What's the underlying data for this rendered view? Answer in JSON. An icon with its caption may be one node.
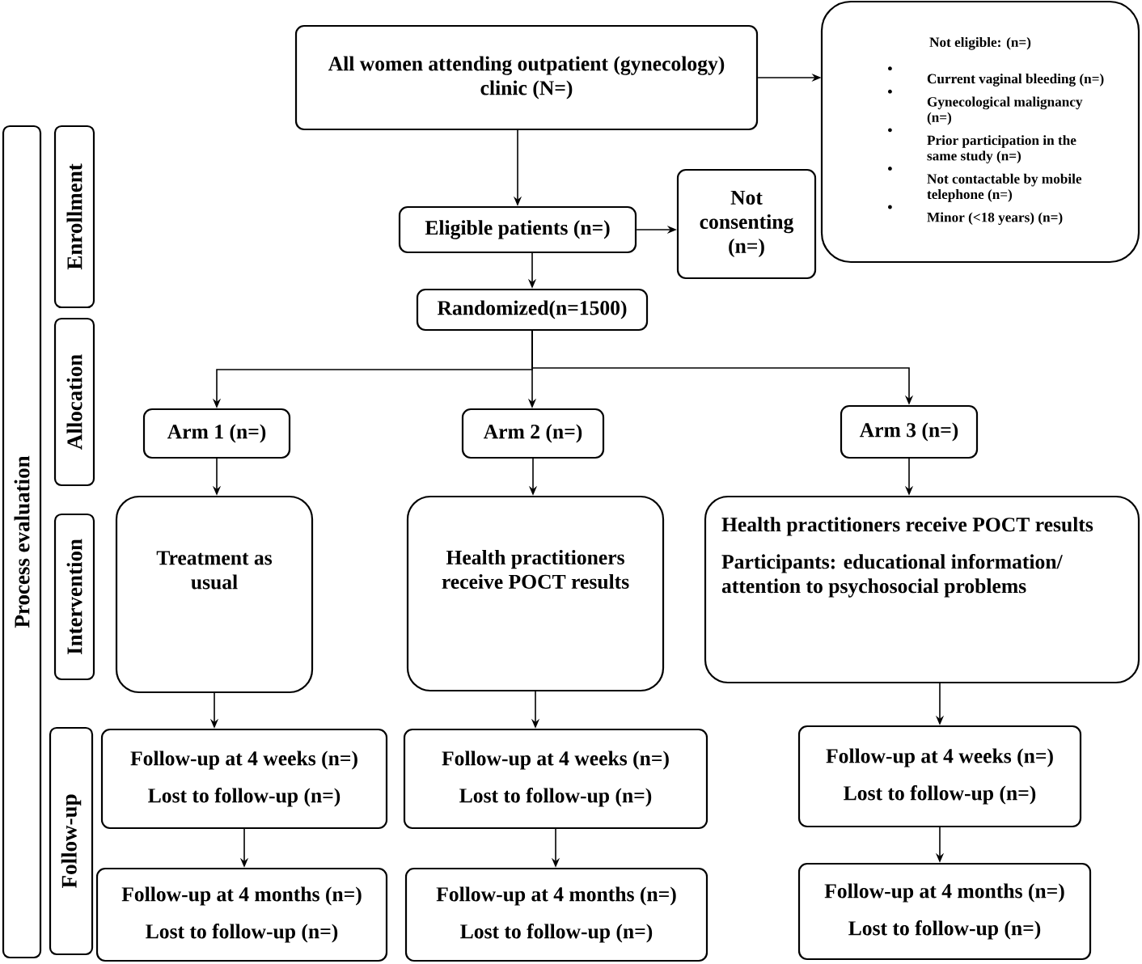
{
  "diagram": {
    "nodes": [
      {
        "text": [
          "Process evaluation"
        ]
      },
      {
        "text": [
          "Enrollment"
        ]
      },
      {
        "text": [
          "Allocation"
        ]
      },
      {
        "text": [
          "Intervention"
        ]
      },
      {
        "text": [
          "Follow-up"
        ]
      },
      {
        "text": [
          "All women attending outpatient (gynecology) clinic (N=)"
        ]
      },
      {
        "text": [
          "Not eligible: (n=)",
          "Current vaginal bleeding (n=)",
          "Gynecological malignancy (n=)",
          "Prior participation in the same study (n=)",
          "Not contactable by mobile telephone (n=)",
          "Minor (<18 years) (n=)"
        ]
      },
      {
        "text": [
          "Eligible patients (n=)"
        ]
      },
      {
        "text": [
          "Not consenting (n=)"
        ]
      },
      {
        "text": [
          "Randomized(n=1500)"
        ]
      },
      {
        "text": [
          "Arm 1 (n=)"
        ]
      },
      {
        "text": [
          "Arm 2 (n=)"
        ]
      },
      {
        "text": [
          "Arm 3 (n=)"
        ]
      },
      {
        "text": [
          "Treatment as usual"
        ]
      },
      {
        "text": [
          "Health practitioners receive POCT results"
        ]
      },
      {
        "text": [
          "Health practitioners receive POCT results",
          "Participants: educational information/ attention to psychosocial problems"
        ]
      },
      {
        "text": [
          "Follow-up at 4 weeks (n=)",
          "Lost to follow-up (n=)"
        ]
      },
      {
        "text": [
          "Follow-up at 4 weeks (n=)",
          "Lost to follow-up (n=)"
        ]
      },
      {
        "text": [
          "Follow-up at 4 weeks (n=)",
          "Lost to follow-up (n=)"
        ]
      },
      {
        "text": [
          "Follow-up at 4 months (n=)",
          "Lost to follow-up (n=)"
        ]
      },
      {
        "text": [
          "Follow-up at 4 months (n=)",
          "Lost to follow-up (n=)"
        ]
      },
      {
        "text": [
          "Follow-up at 4 months (n=)",
          "Lost to follow-up (n=)"
        ]
      }
    ],
    "edges": [
      {
        "from": 5,
        "to": 6,
        "arrow": "to"
      },
      {
        "from": 5,
        "to": 7,
        "arrow": "to"
      },
      {
        "from": 7,
        "to": 8,
        "arrow": "to"
      },
      {
        "from": 7,
        "to": 9,
        "arrow": "to"
      },
      {
        "from": 9,
        "to": 10,
        "arrow": "to"
      },
      {
        "from": 9,
        "to": 11,
        "arrow": "to"
      },
      {
        "from": 9,
        "to": 12,
        "arrow": "to"
      },
      {
        "from": 10,
        "to": 13,
        "arrow": "to"
      },
      {
        "from": 11,
        "to": 14,
        "arrow": "to"
      },
      {
        "from": 12,
        "to": 15,
        "arrow": "to"
      },
      {
        "from": 13,
        "to": 16,
        "arrow": "to"
      },
      {
        "from": 14,
        "to": 17,
        "arrow": "to"
      },
      {
        "from": 15,
        "to": 18,
        "arrow": "to"
      },
      {
        "from": 16,
        "to": 19,
        "arrow": "to"
      },
      {
        "from": 17,
        "to": 20,
        "arrow": "to"
      },
      {
        "from": 18,
        "to": 21,
        "arrow": "to"
      }
    ]
  }
}
